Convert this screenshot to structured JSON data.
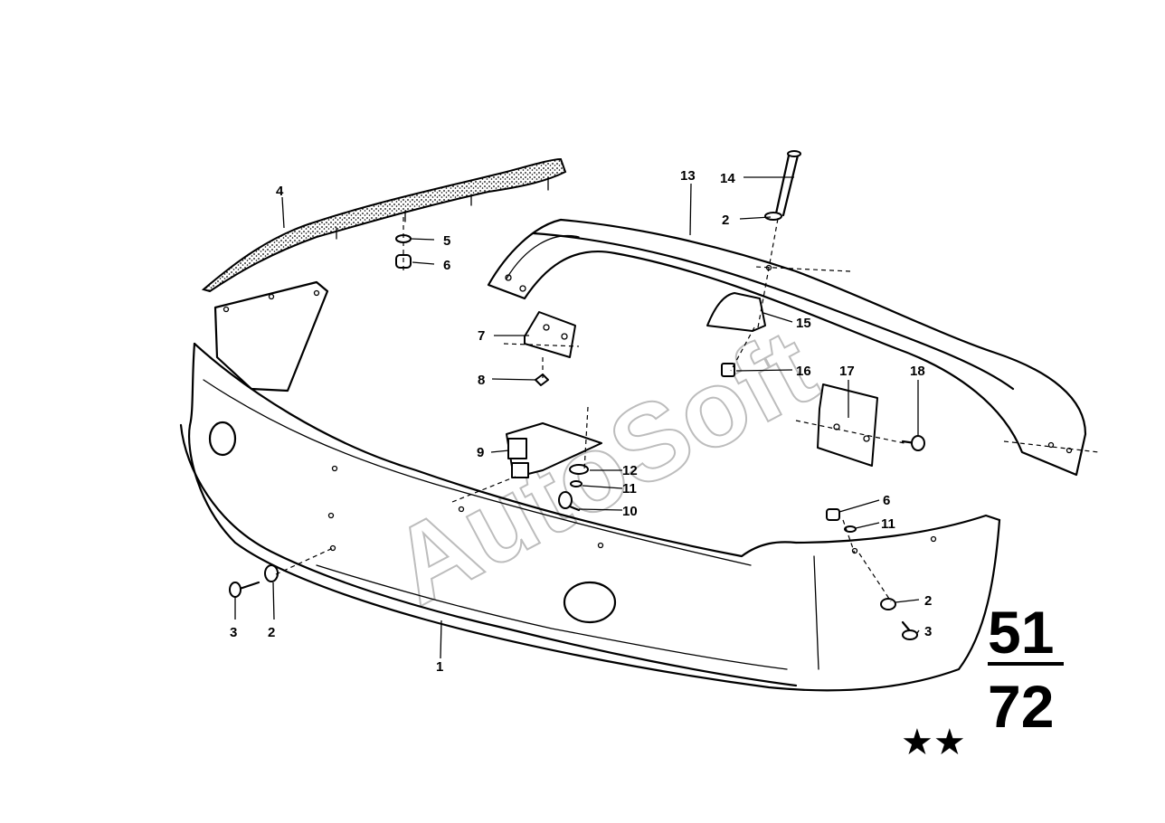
{
  "watermark": "AutoSoft",
  "group_code": {
    "top": "51",
    "bottom": "72"
  },
  "stars": "★★",
  "callouts": {
    "c1": "1",
    "c2a": "2",
    "c2b": "2",
    "c2c": "2",
    "c3a": "3",
    "c3b": "3",
    "c4": "4",
    "c5": "5",
    "c6a": "6",
    "c6b": "6",
    "c7": "7",
    "c8": "8",
    "c9": "9",
    "c10": "10",
    "c11a": "11",
    "c11b": "11",
    "c12": "12",
    "c13": "13",
    "c14": "14",
    "c15": "15",
    "c16": "16",
    "c17": "17",
    "c18": "18"
  }
}
